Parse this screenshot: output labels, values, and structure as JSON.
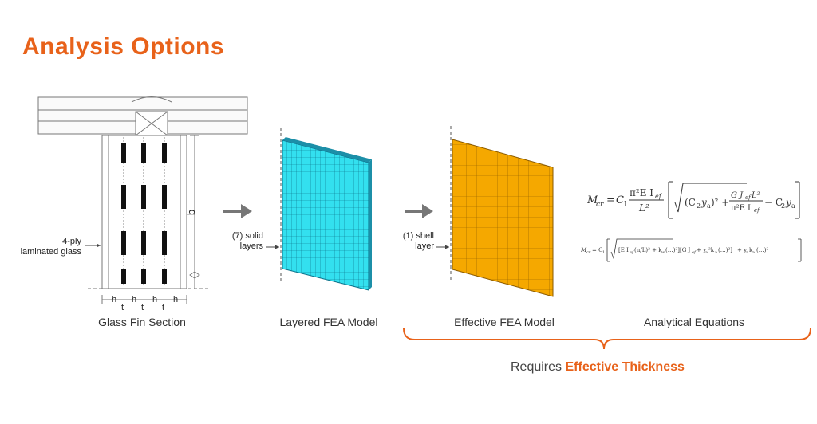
{
  "title": "Analysis Options",
  "captions": {
    "glass_fin": "Glass Fin Section",
    "layered": "Layered FEA Model",
    "effective": "Effective FEA Model",
    "analytical": "Analytical Equations"
  },
  "labels": {
    "ply_line1": "4-ply",
    "ply_line2": "laminated glass",
    "solid_line1": "(7) solid",
    "solid_line2": "layers",
    "shell_line1": "(1) shell",
    "shell_line2": "layer",
    "dim_b": "b",
    "dim_h": "h",
    "dim_t": "t"
  },
  "requires": {
    "prefix": "Requires ",
    "emphasis": "Effective Thickness"
  },
  "colors": {
    "accent": "#e8621a",
    "layered_mesh": "#33e0ef",
    "effective_mesh": "#f5a800"
  }
}
